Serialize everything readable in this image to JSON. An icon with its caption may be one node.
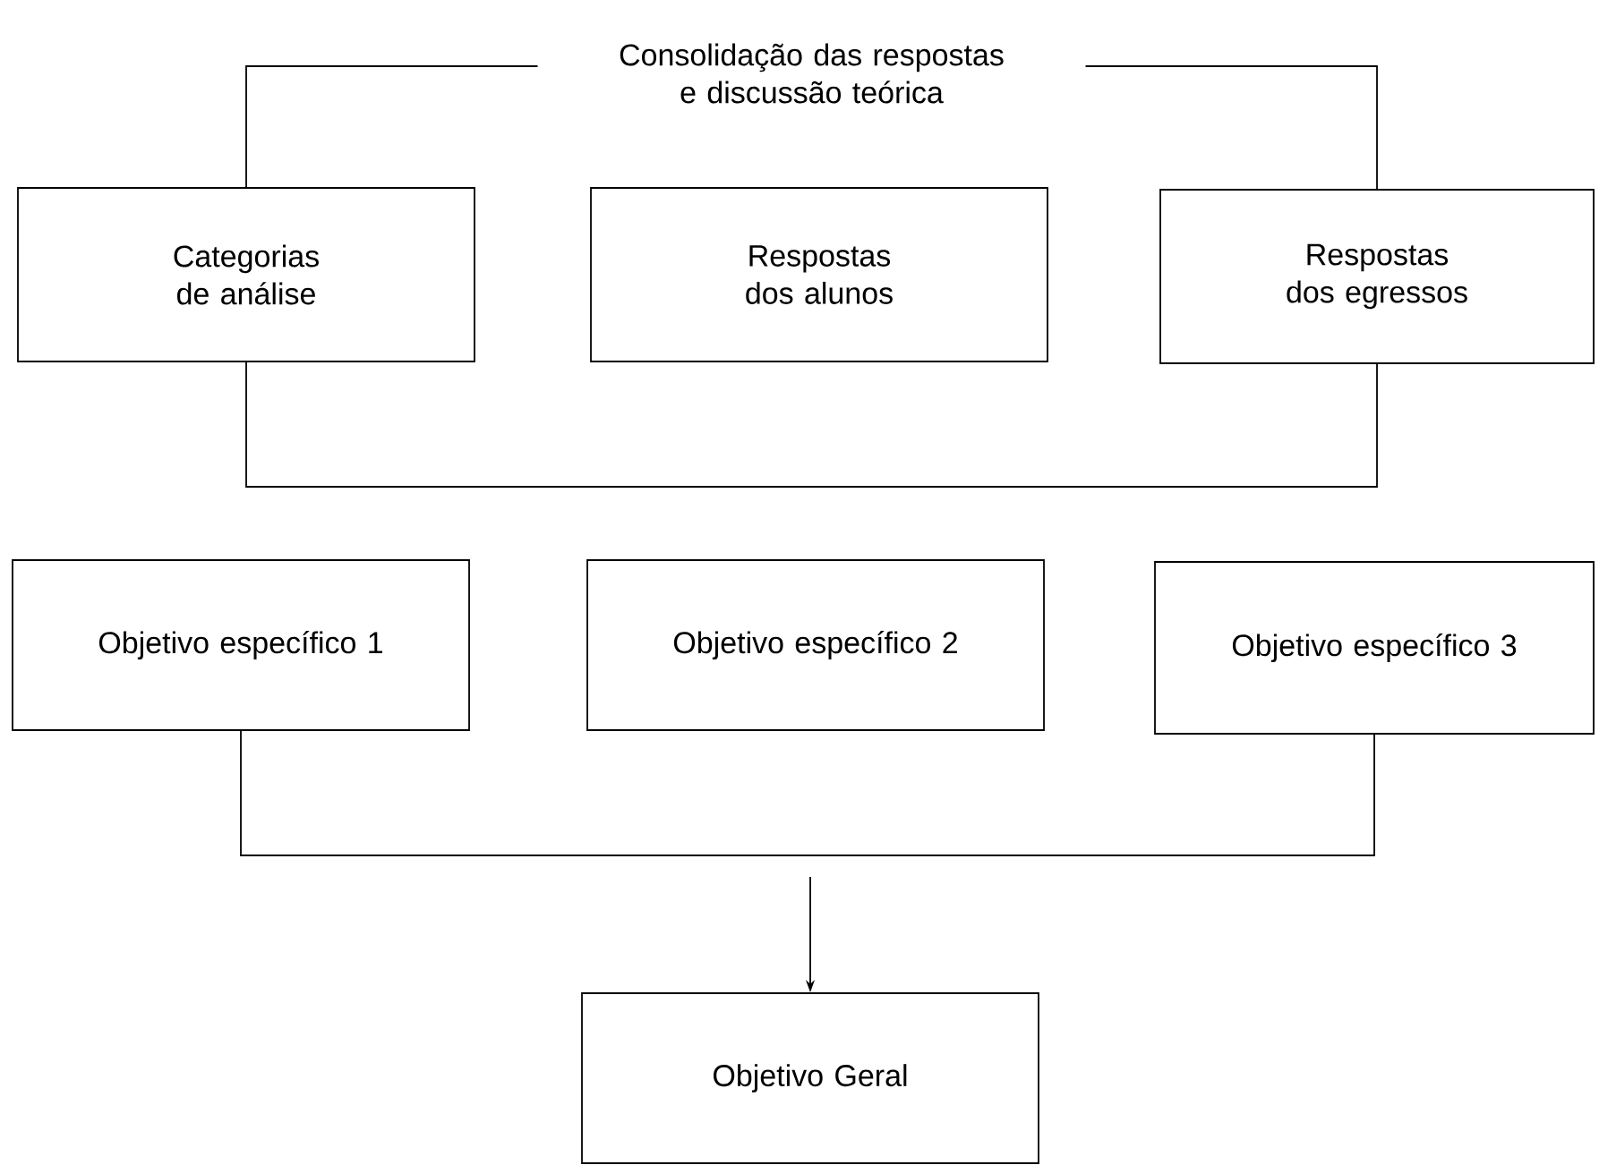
{
  "diagram": {
    "nodes": [
      {
        "text": [
          "Categorias de análise"
        ]
      },
      {
        "text": [
          "Respostas dos alunos"
        ]
      },
      {
        "text": [
          "Respostas dos egressos"
        ]
      },
      {
        "text": [
          "Objetivo específico 1"
        ]
      },
      {
        "text": [
          "Objetivo específico 2"
        ]
      },
      {
        "text": [
          "Objetivo específico 3"
        ]
      },
      {
        "text": [
          "Objetivo Geral"
        ]
      }
    ],
    "edges": [
      {
        "from": 0,
        "to": 2,
        "arrow": "none",
        "label": "Consolidação das respostas e discussão teórica"
      },
      {
        "from": 0,
        "to": 2,
        "arrow": "none"
      },
      {
        "from": 3,
        "to": 5,
        "arrow": "none"
      },
      {
        "from": null,
        "to": 6,
        "arrow": "to"
      }
    ]
  }
}
